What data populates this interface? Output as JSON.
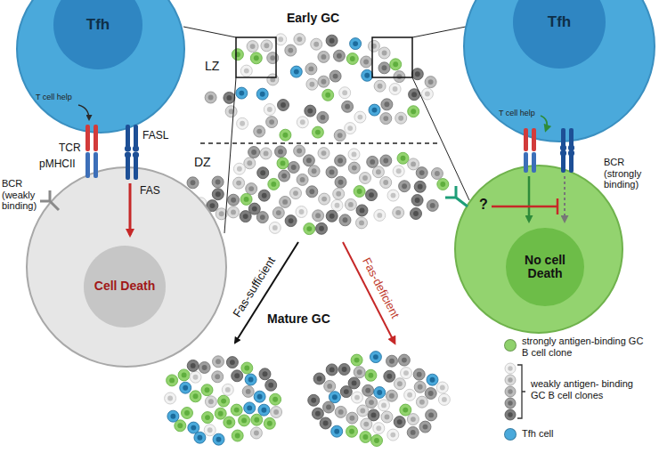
{
  "diagram": {
    "nodes": [
      {
        "text": [
          "Tfh"
        ]
      },
      {
        "text": [
          "Cell Death"
        ]
      },
      {
        "text": [
          "Tfh"
        ]
      },
      {
        "text": [
          "No cell Death"
        ]
      }
    ],
    "labels": [
      "T cell help",
      "FASL",
      "TCR",
      "pMHCII",
      "BCR (weakly binding)",
      "FAS",
      "Early GC",
      "LZ",
      "DZ",
      "T cell help",
      "BCR (strongly binding)",
      "?",
      "Fas-sufficient",
      "Fas-deficient",
      "Mature GC"
    ],
    "legend": [
      {
        "text": "strongly antigen-binding GC B cell clone",
        "color": "#8fd16c"
      },
      {
        "text": "weakly antigen- binding GC B cell clones"
      },
      {
        "text": "Tfh cell",
        "color": "#4aa9db"
      }
    ]
  }
}
